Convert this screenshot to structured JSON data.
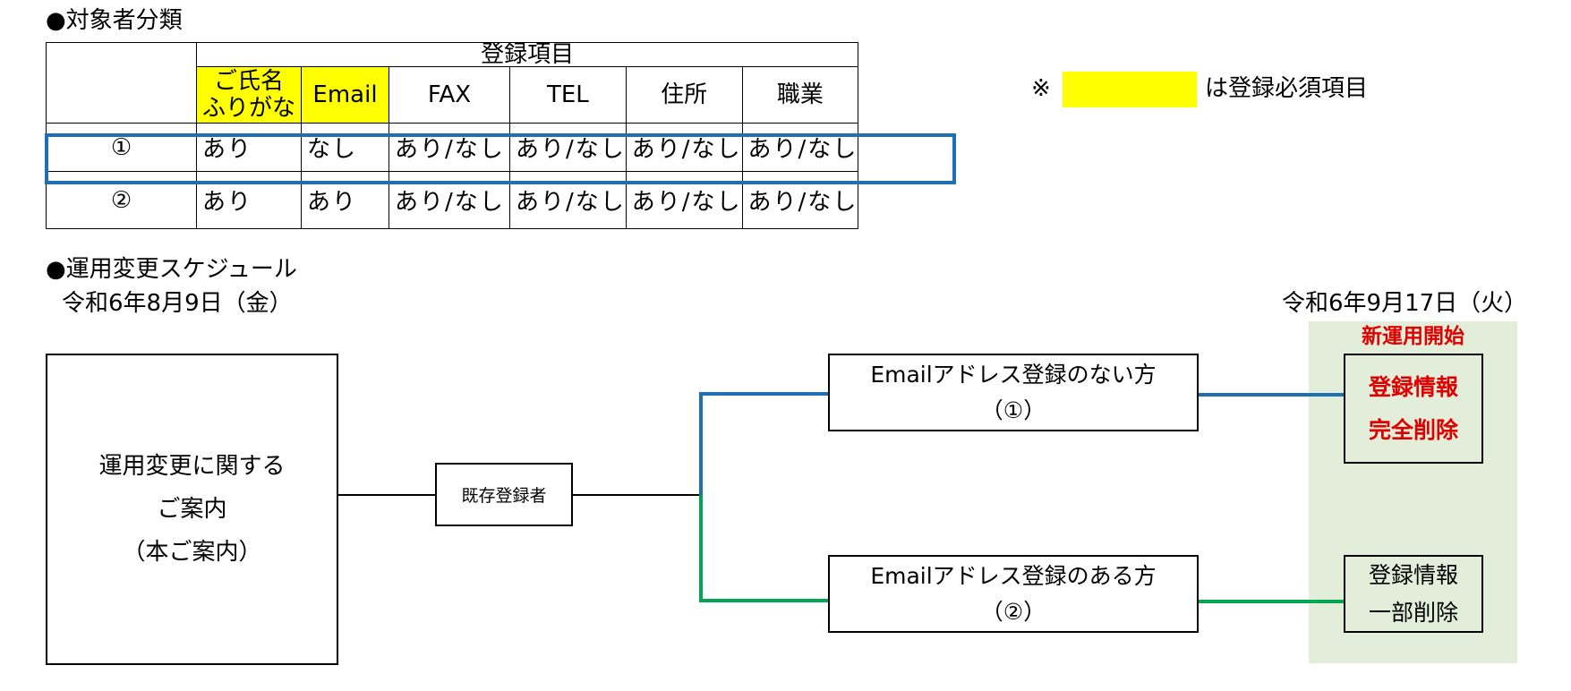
{
  "section1_heading": "●対象者分類",
  "table": {
    "group_header": "登録項目",
    "columns": [
      {
        "label_line1": "ご氏名",
        "label_line2": "ふりがな",
        "required": true
      },
      {
        "label_line1": "Email",
        "label_line2": "",
        "required": true
      },
      {
        "label_line1": "FAX",
        "label_line2": "",
        "required": false
      },
      {
        "label_line1": "TEL",
        "label_line2": "",
        "required": false
      },
      {
        "label_line1": "住所",
        "label_line2": "",
        "required": false
      },
      {
        "label_line1": "職業",
        "label_line2": "",
        "required": false
      }
    ],
    "rows": [
      {
        "id": "①",
        "cells": [
          "あり",
          "なし",
          "あり/なし",
          "あり/なし",
          "あり/なし",
          "あり/なし"
        ]
      },
      {
        "id": "②",
        "cells": [
          "あり",
          "あり",
          "あり/なし",
          "あり/なし",
          "あり/なし",
          "あり/なし"
        ]
      }
    ]
  },
  "note": {
    "mark": "※",
    "text": "は登録必須項目",
    "required_color": "#ffff00"
  },
  "section2_heading": "●運用変更スケジュール",
  "schedule": {
    "start_date": "令和6年8月9日（金）",
    "end_date": "令和6年9月17日（火）",
    "new_operation_label": "新運用開始"
  },
  "diagram": {
    "notice_box": {
      "line1": "運用変更に関する",
      "line2": "ご案内",
      "line3": "（本ご案内）"
    },
    "existing_box": "既存登録者",
    "branch1": {
      "line1": "Emailアドレス登録のない方",
      "line2": "（①）",
      "line_color": "#1f6fb5"
    },
    "branch2": {
      "line1": "Emailアドレス登録のある方",
      "line2": "（②）",
      "line_color": "#00a651"
    },
    "result1": {
      "line1": "登録情報",
      "line2": "完全削除",
      "text_color": "#e00000"
    },
    "result2": {
      "line1": "登録情報",
      "line2": "一部削除"
    }
  }
}
